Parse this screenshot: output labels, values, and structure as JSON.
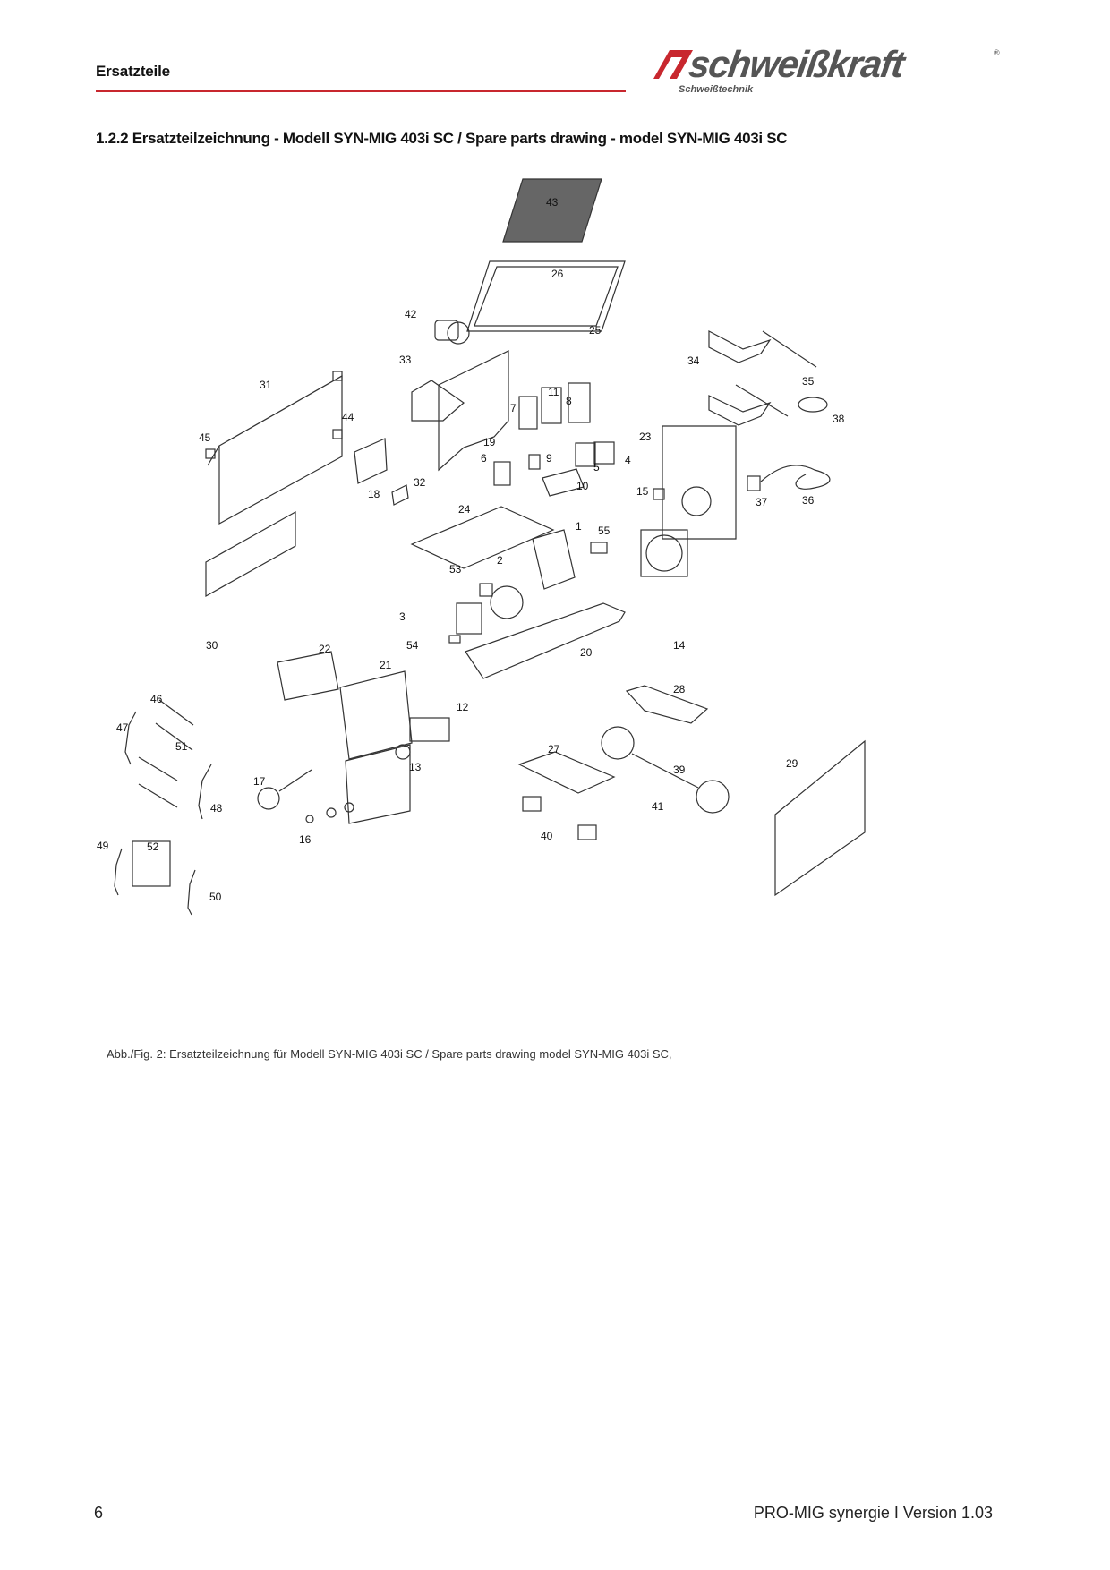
{
  "header": {
    "title": "Ersatzteile",
    "logo": {
      "wordmark": "schweißkraft",
      "registered": "®",
      "subtitle": "Schweißtechnik",
      "accent_color": "#c8272e"
    }
  },
  "section": {
    "heading": "1.2.2  Ersatzteilzeichnung  - Modell SYN-MIG 403i SC / Spare parts drawing  - model SYN-MIG 403i SC"
  },
  "figure": {
    "part_labels": [
      "43",
      "26",
      "42",
      "25",
      "33",
      "34",
      "35",
      "31",
      "44",
      "11",
      "8",
      "38",
      "7",
      "45",
      "19",
      "23",
      "6",
      "9",
      "4",
      "5",
      "10",
      "15",
      "37",
      "36",
      "18",
      "32",
      "24",
      "1",
      "55",
      "30",
      "53",
      "2",
      "14",
      "3",
      "54",
      "20",
      "22",
      "21",
      "28",
      "46",
      "12",
      "47",
      "51",
      "13",
      "27",
      "29",
      "17",
      "39",
      "48",
      "41",
      "16",
      "40",
      "49",
      "52",
      "50"
    ],
    "caption": "Abb./Fig. 2: Ersatzteilzeichnung für Modell SYN-MIG 403i SC / Spare parts drawing model SYN-MIG 403i SC,"
  },
  "footer": {
    "page_number": "6",
    "version": "PRO-MIG synergie I Version 1.03"
  }
}
